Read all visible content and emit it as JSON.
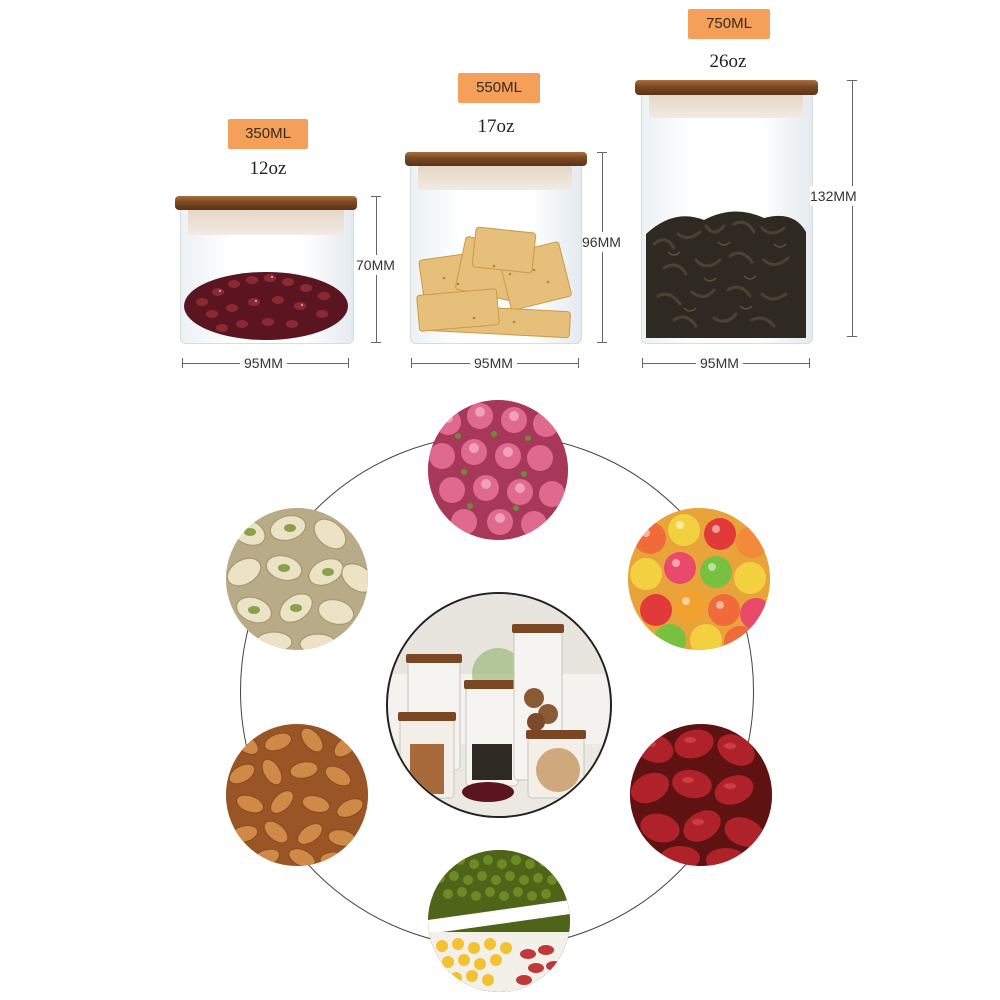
{
  "jars": [
    {
      "capacity_ml": "350ML",
      "capacity_oz": "12oz",
      "height": "70MM",
      "diameter": "95MM",
      "contents_icon": "red-beans"
    },
    {
      "capacity_ml": "550ML",
      "capacity_oz": "17oz",
      "height": "96MM",
      "diameter": "95MM",
      "contents_icon": "crackers"
    },
    {
      "capacity_ml": "750ML",
      "capacity_oz": "26oz",
      "height": "132MM",
      "diameter": "95MM",
      "contents_icon": "tea-leaves"
    }
  ],
  "food_circles": [
    "rosebuds",
    "gummy-candy",
    "red-dates",
    "mung-beans-corn",
    "almonds",
    "pistachios"
  ],
  "center_circle": "kitchen-jars-photo",
  "colors": {
    "badge": "#f5a05a",
    "lid": "#7a4722",
    "ring": "#444444"
  }
}
